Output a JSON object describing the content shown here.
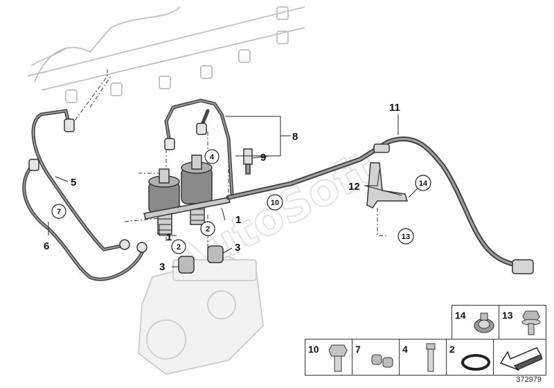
{
  "watermark": "AutoSoft",
  "doc_id": "372979",
  "callouts": {
    "n1a": "1",
    "n1b": "1",
    "n2a": "2",
    "n2b": "2",
    "n3a": "3",
    "n3b": "3",
    "n4": "4",
    "n5": "5",
    "n6": "6",
    "n7": "7",
    "n8": "8",
    "n9": "9",
    "n10": "10",
    "n11": "11",
    "n12": "12",
    "n13": "13",
    "n14": "14"
  },
  "legend": {
    "top": [
      "14",
      "13"
    ],
    "bottom": [
      "10",
      "7",
      "4",
      "2"
    ]
  },
  "colors": {
    "line": "#333333",
    "part_fill": "#d9d9d9",
    "ghost": "#bdbdbd"
  }
}
